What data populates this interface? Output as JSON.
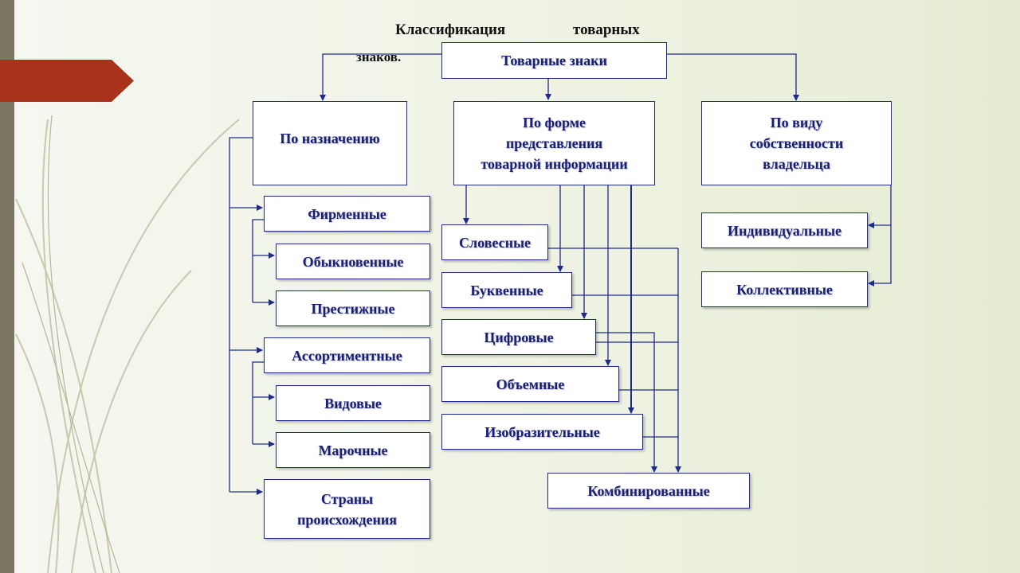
{
  "heading": {
    "word1": "Классификация",
    "word2": "товарных",
    "word3": "знаков."
  },
  "root": "Товарные знаки",
  "categories": {
    "purpose": "По назначению",
    "form": "По форме\nпредставления\nтоварной информации",
    "ownership": "По виду\nсобственности\nвладельца"
  },
  "purpose_items": {
    "firm": "Фирменные",
    "ordinary": "Обыкновенные",
    "prestige": "Престижные",
    "assortment": "Ассортиментные",
    "species": "Видовые",
    "brand": "Марочные",
    "origin": "Страны\nпроисхождения"
  },
  "form_items": {
    "verbal": "Словесные",
    "letter": "Буквенные",
    "digital": "Цифровые",
    "volume": "Объемные",
    "pictorial": "Изобразительные",
    "combined": "Комбинированные"
  },
  "ownership_items": {
    "individual": "Индивидуальные",
    "collective": "Коллективные"
  },
  "colors": {
    "line": "#1f2b8a",
    "text": "#1a1f72",
    "accent": "#a8321a",
    "stripe": "#7b7762"
  }
}
